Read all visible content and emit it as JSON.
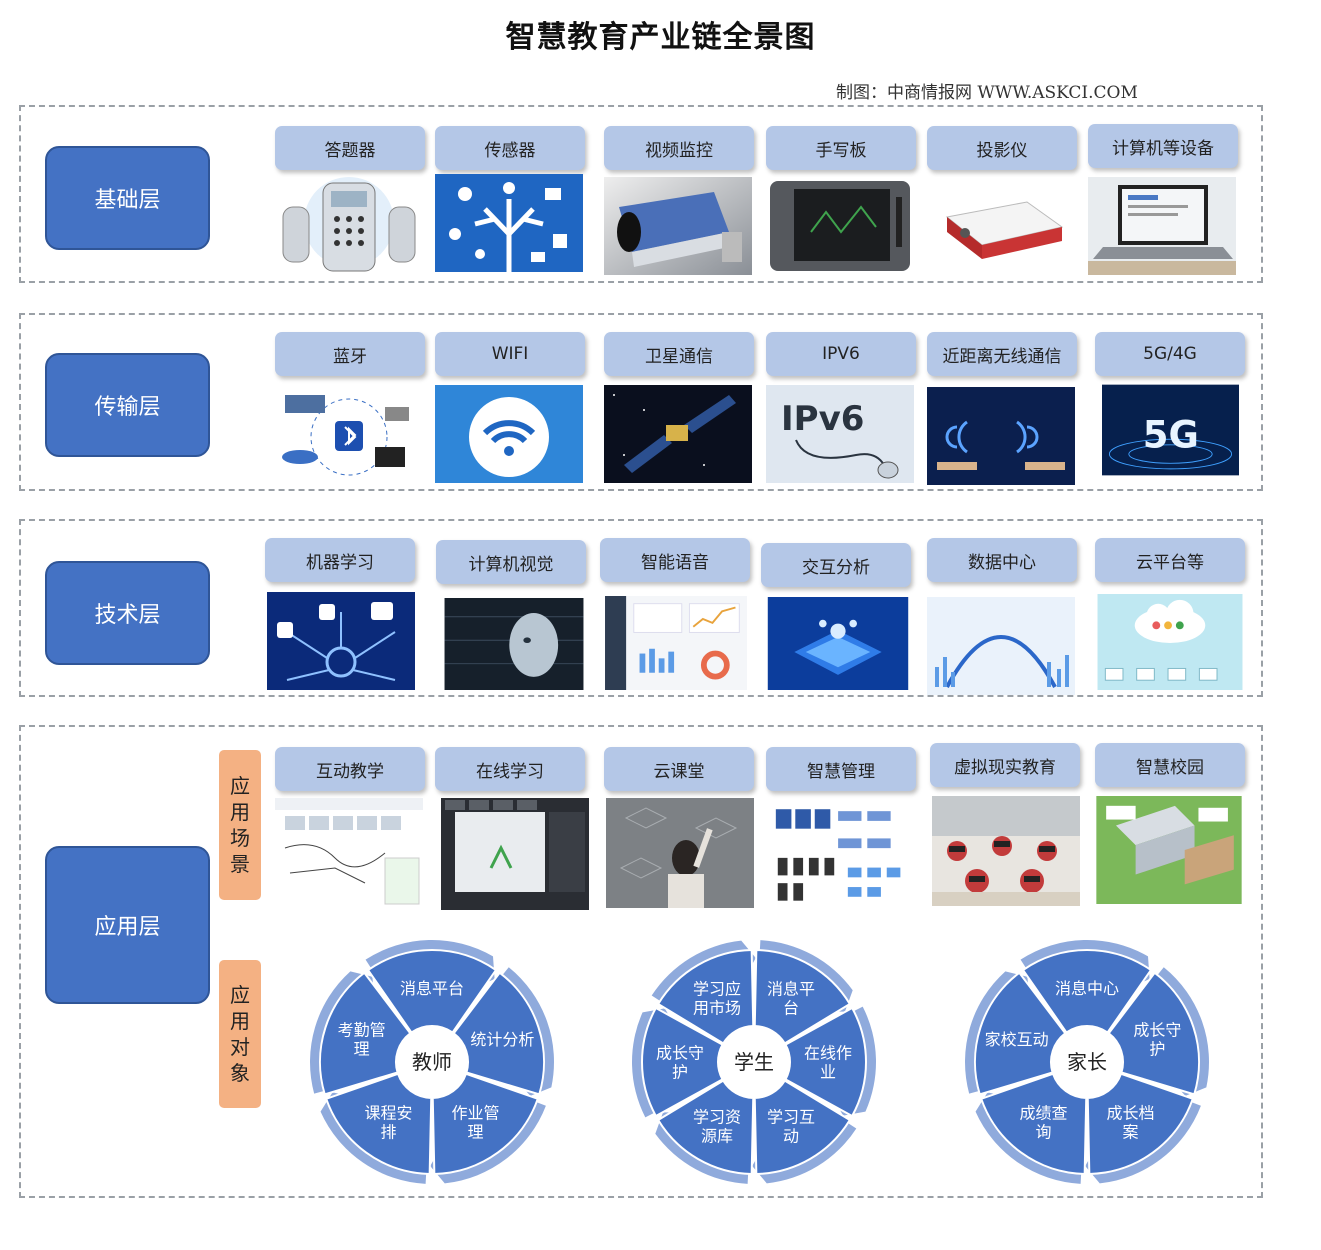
{
  "title": "智慧教育产业链全景图",
  "source": "制图：中商情报网 WWW.ASKCI.COM",
  "layers": {
    "base": "基础层",
    "transport": "传输层",
    "tech": "技术层",
    "app": "应用层"
  },
  "base_items": [
    "答题器",
    "传感器",
    "视频监控",
    "手写板",
    "投影仪",
    "计算机等设备"
  ],
  "transport_items": [
    "蓝牙",
    "WIFI",
    "卫星通信",
    "IPV6",
    "近距离无线通信",
    "5G/4G"
  ],
  "tech_items": [
    "机器学习",
    "计算机视觉",
    "智能语音",
    "交互分析",
    "数据中心",
    "云平台等"
  ],
  "app_items": [
    "互动教学",
    "在线学习",
    "云课堂",
    "智慧管理",
    "虚拟现实教育",
    "智慧校园"
  ],
  "app_tags": {
    "scene": [
      "应",
      "用",
      "场",
      "景"
    ],
    "object": [
      "应",
      "用",
      "对",
      "象"
    ]
  },
  "image_texts": {
    "ipv6": "IPv6",
    "fiveg": "5G"
  },
  "wheels": [
    {
      "center": "教师",
      "segments": [
        [
          "消息平台"
        ],
        [
          "统计分析"
        ],
        [
          "作业管",
          "理"
        ],
        [
          "课程安",
          "排"
        ],
        [
          "考勤管",
          "理"
        ]
      ]
    },
    {
      "center": "学生",
      "segments": [
        [
          "消息平",
          "台"
        ],
        [
          "在线作",
          "业"
        ],
        [
          "学习互",
          "动"
        ],
        [
          "学习资",
          "源库"
        ],
        [
          "成长守",
          "护"
        ],
        [
          "学习应",
          "用市场"
        ]
      ]
    },
    {
      "center": "家长",
      "segments": [
        [
          "消息中心"
        ],
        [
          "成长守",
          "护"
        ],
        [
          "成长档",
          "案"
        ],
        [
          "成绩查",
          "询"
        ],
        [
          "家校互动"
        ]
      ]
    }
  ],
  "colors": {
    "layer_fill": "#4472c4",
    "label_fill": "#b4c7e7",
    "tag_fill": "#f4b183",
    "wheel_ring": "#8faadc"
  }
}
